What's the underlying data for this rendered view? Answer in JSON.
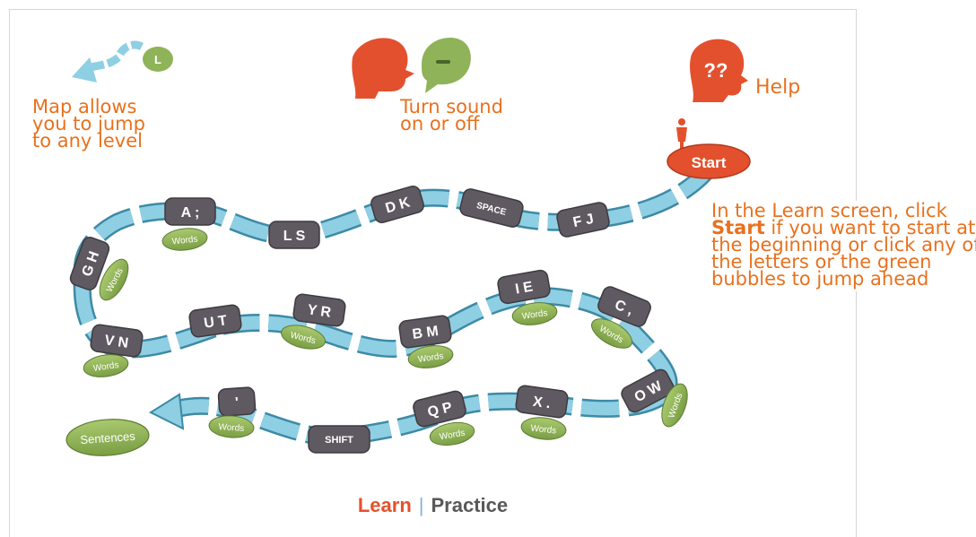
{
  "annotations": {
    "map": "Map allows\nyou to jump\nto any level",
    "sound": "Turn sound\non or off",
    "help": "Help",
    "start_prefix": "In the Learn screen, click ",
    "start_bold": "Start",
    "start_suffix": " if you want to start at the beginning or click any of the letters or the green bubbles to jump ahead"
  },
  "icons": {
    "map_bubble_letter": "L",
    "help_glyph": "??"
  },
  "path": {
    "start_label": "Start",
    "end_label": "Sentences",
    "words_label": "Words",
    "keys": [
      {
        "id": "fj",
        "label": "F J"
      },
      {
        "id": "space",
        "label": "SPACE"
      },
      {
        "id": "dk",
        "label": "D K"
      },
      {
        "id": "ls",
        "label": "L S"
      },
      {
        "id": "asemi",
        "label": "A ;"
      },
      {
        "id": "gh",
        "label": "G H"
      },
      {
        "id": "vn",
        "label": "V N"
      },
      {
        "id": "ut",
        "label": "U T"
      },
      {
        "id": "yr",
        "label": "Y R"
      },
      {
        "id": "bm",
        "label": "B M"
      },
      {
        "id": "ie",
        "label": "I E"
      },
      {
        "id": "ccomma",
        "label": "C ,"
      },
      {
        "id": "ow",
        "label": "O W"
      },
      {
        "id": "xdot",
        "label": "X ."
      },
      {
        "id": "qp",
        "label": "Q P"
      },
      {
        "id": "shift",
        "label": "SHIFT"
      },
      {
        "id": "apos",
        "label": "'"
      }
    ]
  },
  "footer": {
    "learn": "Learn",
    "separator": "|",
    "practice": "Practice"
  },
  "colors": {
    "accent_orange": "#e8711e",
    "start_red": "#e3502d",
    "key_gray": "#5f5a62",
    "words_green": "#8fb358",
    "track_blue": "#8fcfe3",
    "practice_gray": "#595959"
  }
}
